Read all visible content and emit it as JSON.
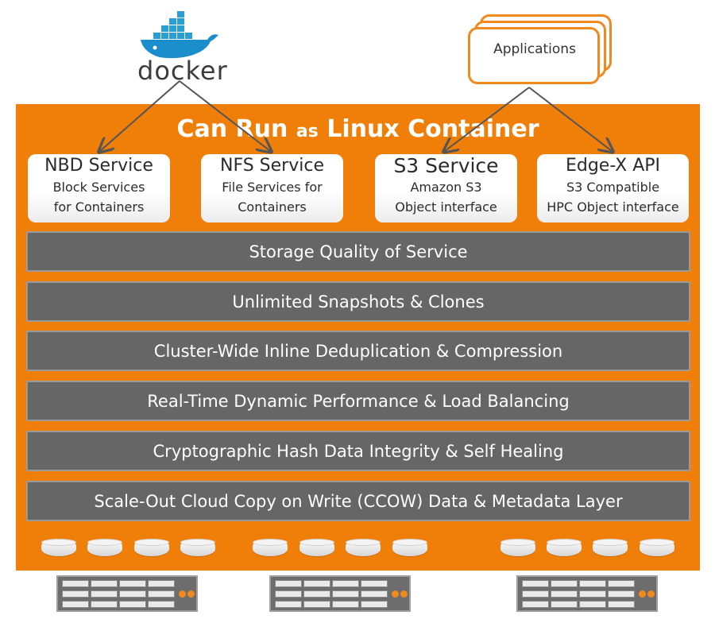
{
  "logo": {
    "docker_text": "docker"
  },
  "applications": {
    "label": "Applications"
  },
  "panel": {
    "title_a": "Can Run",
    "title_b": "as",
    "title_c": "Linux Container"
  },
  "services": [
    {
      "name": "NBD Service",
      "line1": "Block Services",
      "line2": "for Containers"
    },
    {
      "name": "NFS Service",
      "line1": "File Services for",
      "line2": "Containers"
    },
    {
      "name": "S3 Service",
      "line1": "Amazon S3",
      "line2": "Object interface"
    },
    {
      "name": "Edge-X API",
      "line1": "S3 Compatible",
      "line2": "HPC Object interface"
    }
  ],
  "layers": [
    "Storage Quality of Service",
    "Unlimited Snapshots & Clones",
    "Cluster-Wide Inline Deduplication & Compression",
    "Real-Time Dynamic Performance & Load Balancing",
    "Cryptographic Hash Data Integrity & Self Healing",
    "Scale-Out Cloud Copy on Write (CCOW) Data & Metadata Layer"
  ],
  "colors": {
    "panel": "#f07f09",
    "layer": "#666666",
    "docker_blue": "#1a8ecb"
  }
}
